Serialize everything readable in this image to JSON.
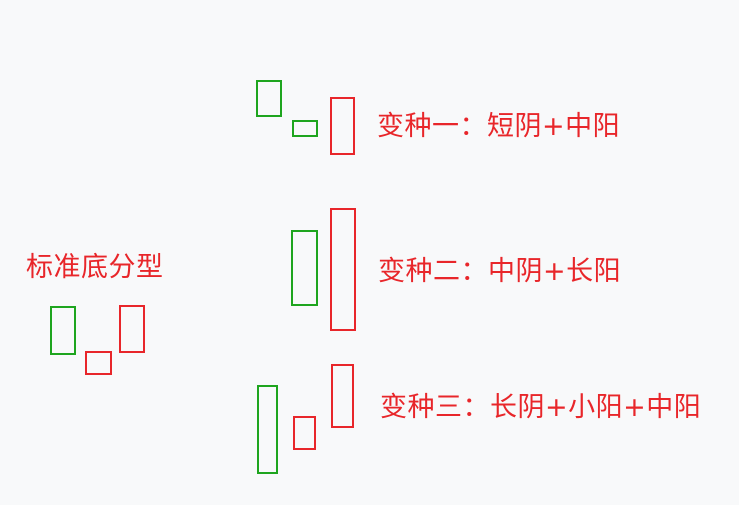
{
  "standard": {
    "title": "标准底分型",
    "candles": [
      {
        "color": "green"
      },
      {
        "color": "red"
      },
      {
        "color": "red"
      }
    ]
  },
  "variants": [
    {
      "label": "变种一：短阴+中阳",
      "candles": [
        {
          "color": "green"
        },
        {
          "color": "green"
        },
        {
          "color": "red"
        }
      ]
    },
    {
      "label": "变种二：中阴+长阳",
      "candles": [
        {
          "color": "green"
        },
        {
          "color": "red"
        }
      ]
    },
    {
      "label": "变种三：长阴+小阳+中阳",
      "candles": [
        {
          "color": "green"
        },
        {
          "color": "red"
        },
        {
          "color": "red"
        }
      ]
    }
  ],
  "colors": {
    "green": "#1ea51e",
    "red": "#e8262a",
    "background": "#f8f9fa"
  }
}
